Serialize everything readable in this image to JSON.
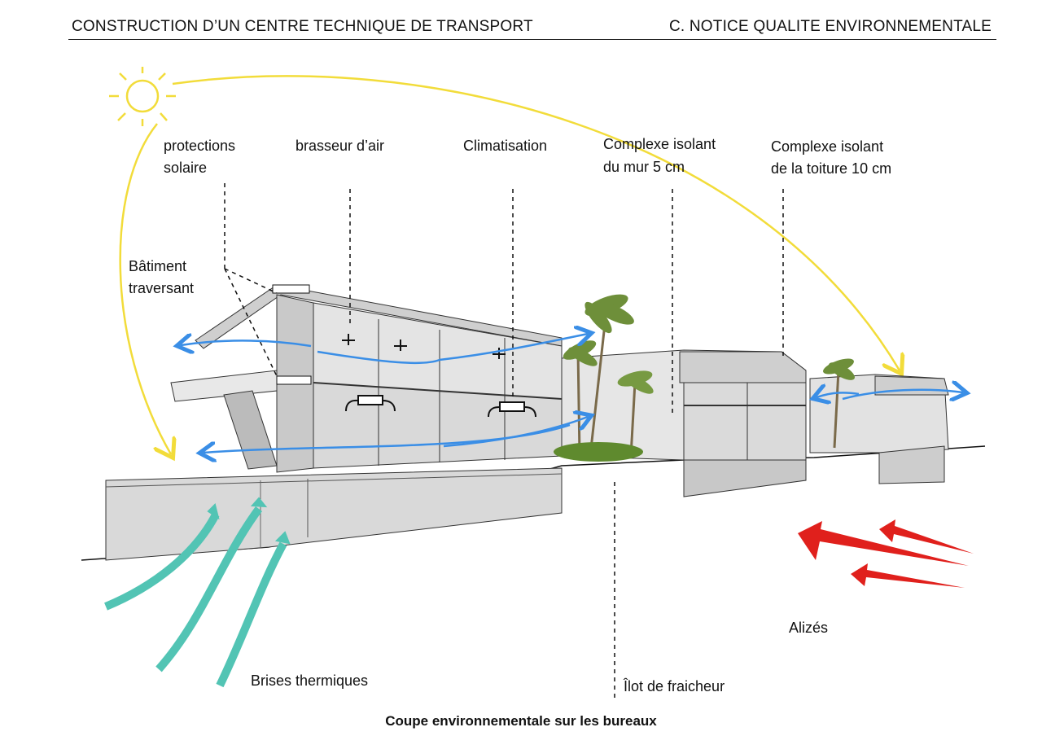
{
  "header": {
    "left": "CONSTRUCTION D’UN CENTRE TECHNIQUE DE TRANSPORT",
    "right": "C. NOTICE QUALITE ENVIRONNEMENTALE"
  },
  "labels": {
    "protections_1": "protections",
    "protections_2": "solaire",
    "brasseur": "brasseur d’air",
    "climatisation": "Climatisation",
    "mur_1": "Complexe isolant",
    "mur_2": "du mur 5 cm",
    "toiture_1": "Complexe isolant",
    "toiture_2": "de la toiture 10 cm",
    "batiment_1": "Bâtiment",
    "batiment_2": "traversant",
    "brises": "Brises thermiques",
    "ilot": "Îlot de fraicheur",
    "alizes": "Alizés"
  },
  "caption": "Coupe environnementale sur les bureaux",
  "colors": {
    "sun": "#f2dc3a",
    "air_flow": "#3a8ee6",
    "thermal_breeze": "#52c4b4",
    "trade_winds": "#e0201c",
    "building": "#dcdcdc",
    "building_dark": "#bdbdbd"
  },
  "icons": [
    "sun-icon",
    "palm-tree-icon",
    "fan-icon",
    "ac-unit-icon"
  ]
}
